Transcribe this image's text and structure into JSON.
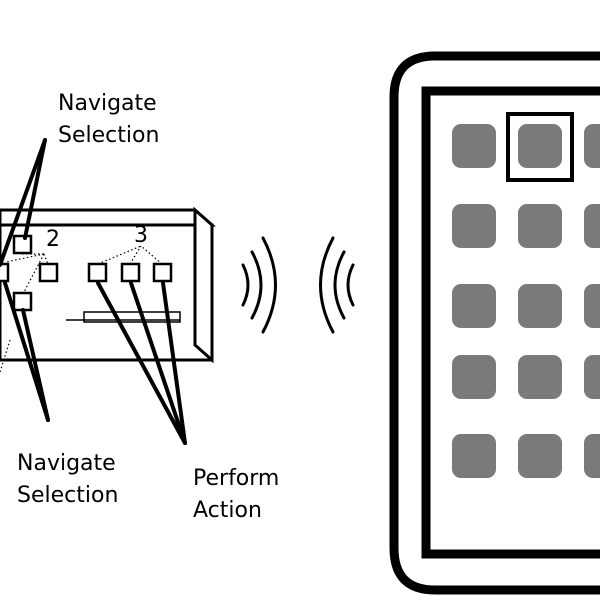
{
  "labels": {
    "navigate_top": [
      "Navigate",
      "Selection"
    ],
    "navigate_bottom": [
      "Navigate",
      "Selection"
    ],
    "perform_action": [
      "Perform",
      "Action"
    ]
  },
  "remote": {
    "group_numbers": [
      "2",
      "3"
    ]
  },
  "screen": {
    "rows": 5,
    "columns_visible": 3,
    "selected_tile": {
      "row": 1,
      "column": 2
    },
    "tile_color": "#7a7a7a",
    "frame_color": "#000000"
  }
}
